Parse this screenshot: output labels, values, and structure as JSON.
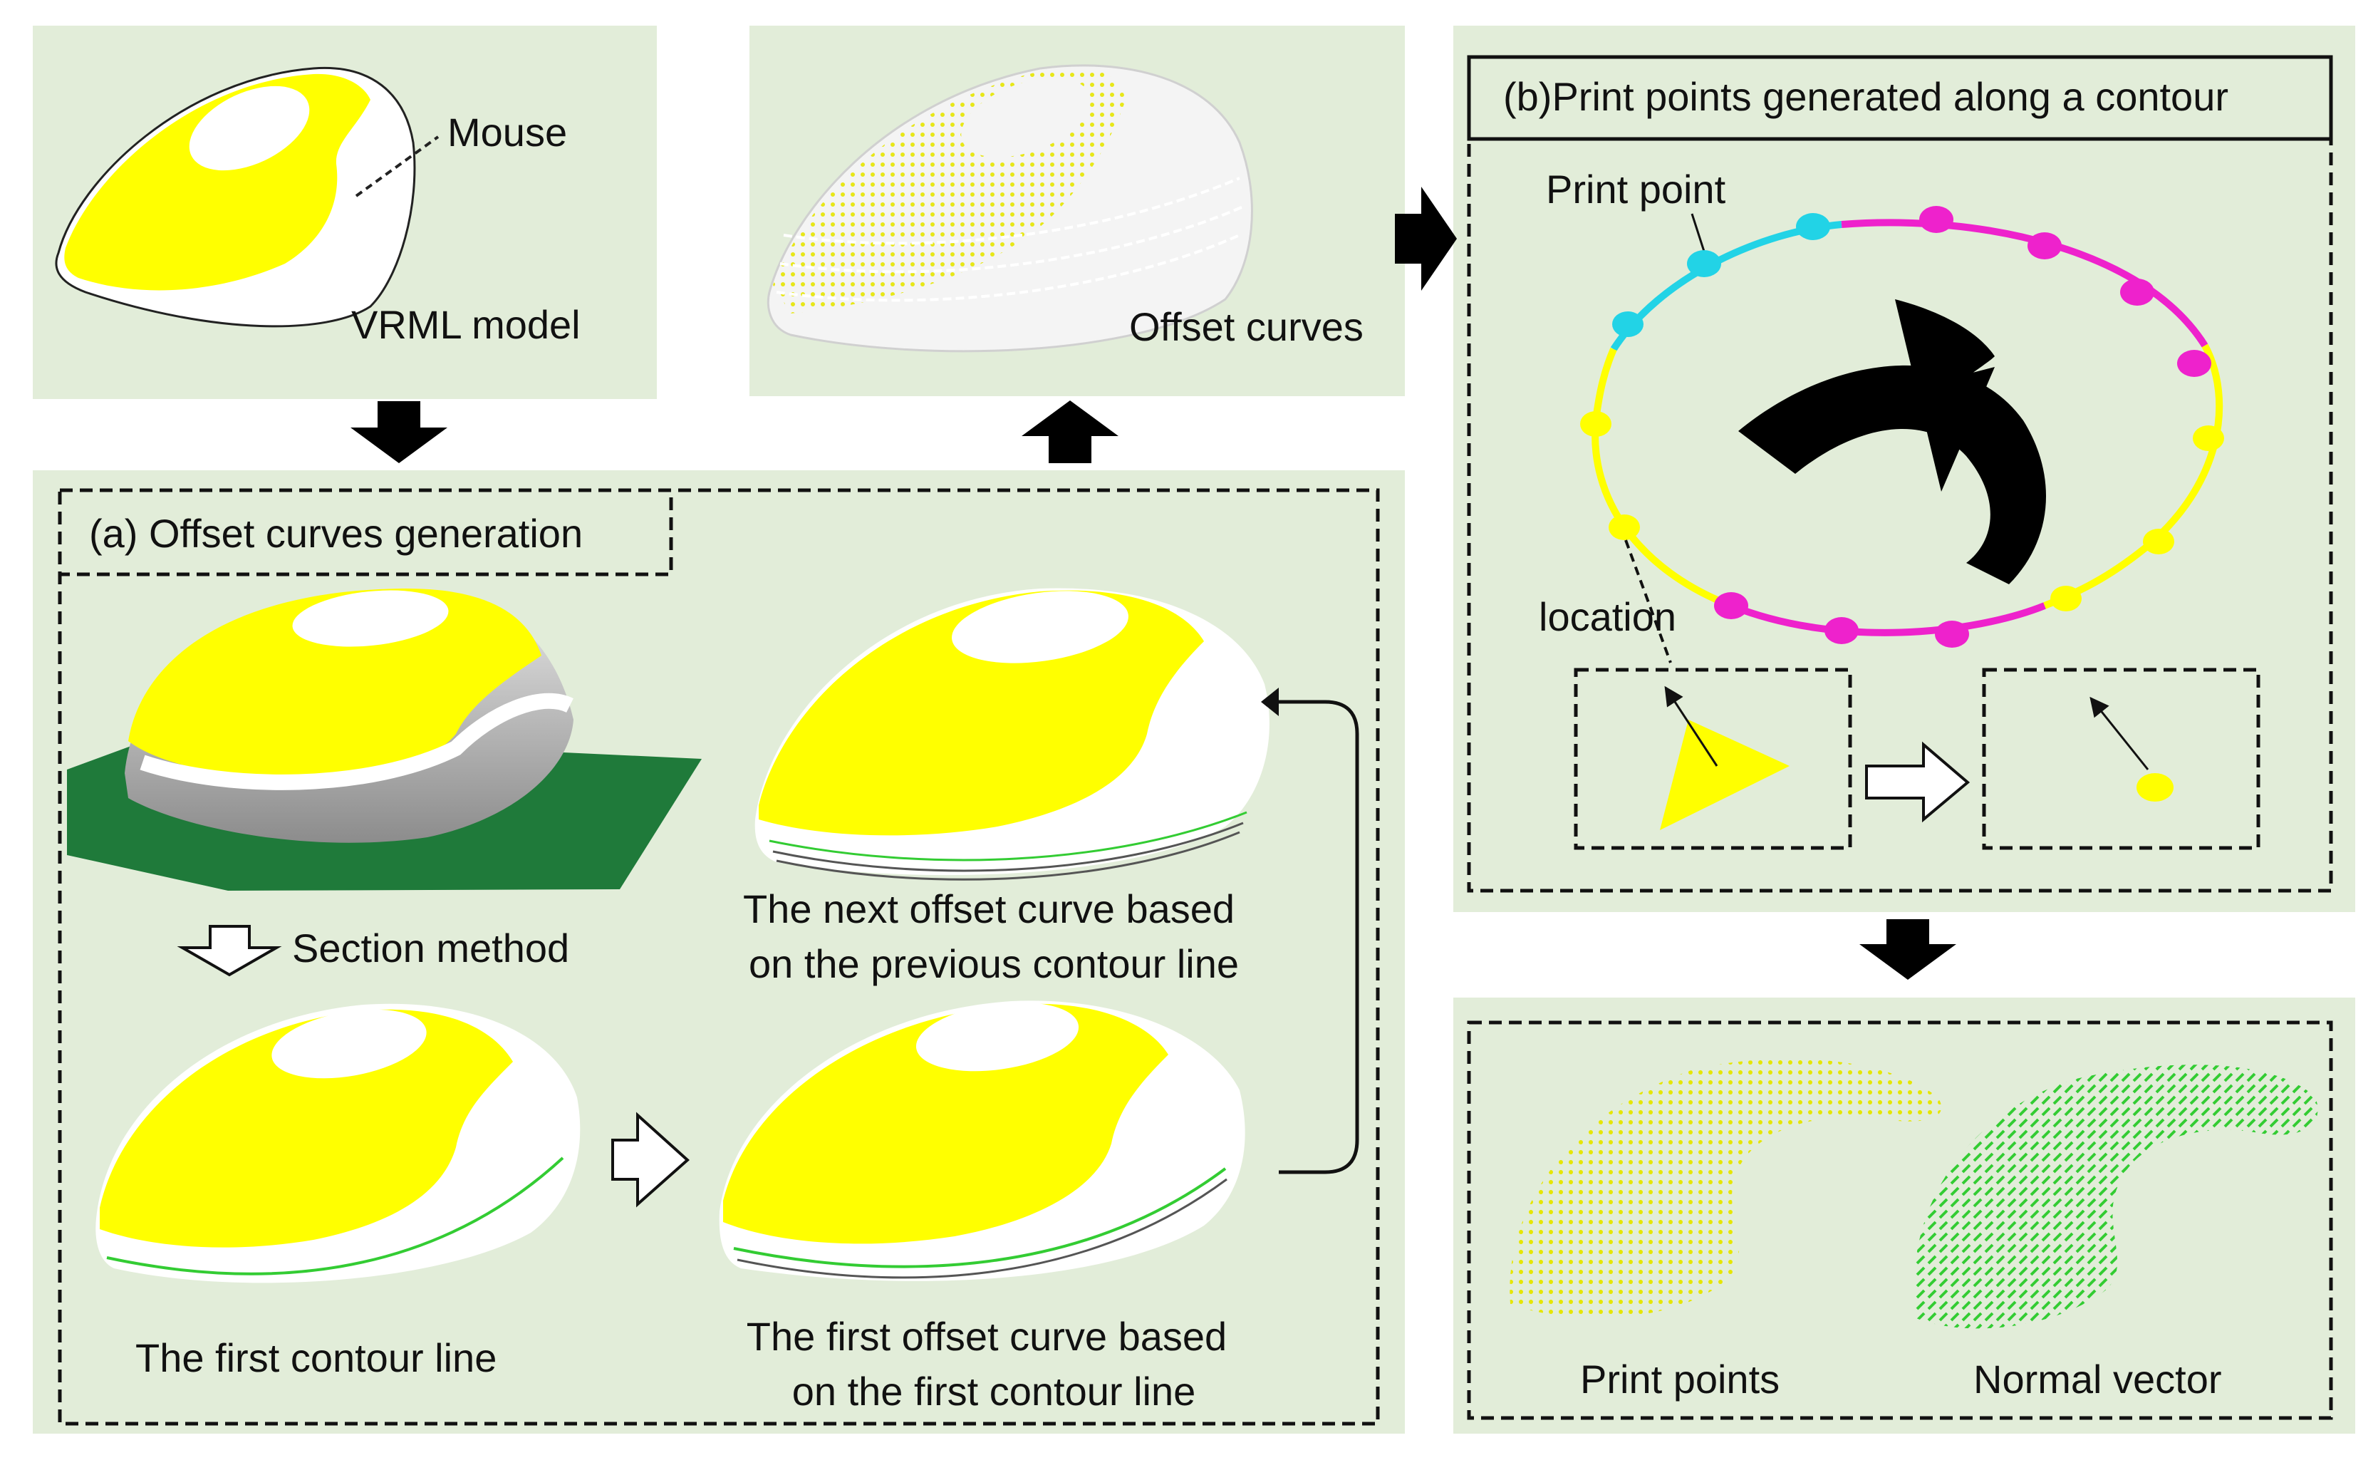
{
  "labels": {
    "mouse": "Mouse",
    "vrml_model": "VRML model",
    "offset_curves": "Offset curves",
    "panel_a_title": "(a) Offset curves generation",
    "section_method": "Section method",
    "next_curve_line1": "The next offset curve based",
    "next_curve_line2": "on the previous contour line",
    "first_contour": "The first contour line",
    "first_offset_line1": "The first offset curve based",
    "first_offset_line2": "on the first contour line",
    "panel_b_title": "(b)Print points generated along a contour",
    "print_point": "Print point",
    "location": "location",
    "print_points": "Print points",
    "normal_vector": "Normal vector"
  },
  "colors": {
    "panel_bg": "#e2edd9",
    "yellow": "#ffff00",
    "cyan": "#22d3e6",
    "magenta": "#ee22cc",
    "green_line": "#33cc33",
    "plate": "#1f7a3a",
    "arrow": "#000000"
  },
  "icons": [
    "curved-arrow-icon",
    "hollow-arrow-icon",
    "solid-arrow-icon",
    "bracket-icon"
  ]
}
